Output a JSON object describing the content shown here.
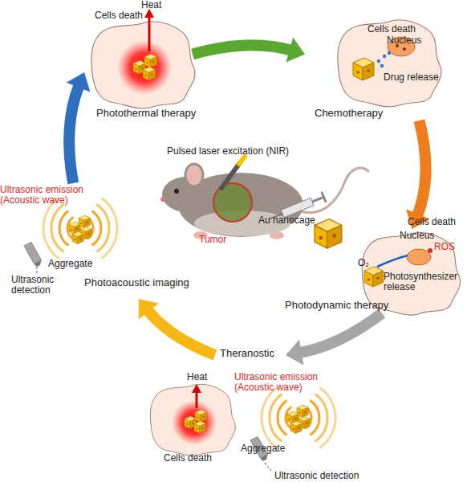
{
  "diagram": {
    "nodes": [
      {
        "text": [
          "Photothermal therapy"
        ]
      },
      {
        "text": [
          "Chemotherapy"
        ]
      },
      {
        "text": [
          "Photodynamic therapy"
        ]
      },
      {
        "text": [
          "Theranostic"
        ]
      },
      {
        "text": [
          "Photoacoustic imaging"
        ]
      }
    ],
    "edges": [
      {
        "from": 0,
        "to": 1,
        "arrow": "to"
      },
      {
        "from": 1,
        "to": 2,
        "arrow": "to"
      },
      {
        "from": 2,
        "to": 3,
        "arrow": "to"
      },
      {
        "from": 3,
        "to": 4,
        "arrow": "to"
      },
      {
        "from": 4,
        "to": 0,
        "arrow": "to"
      }
    ],
    "labels": [
      "Heat",
      "Cells death",
      "Cells death",
      "Nucleus",
      "Drug release",
      "Pulsed laser excitation (NIR)",
      "Au nanocage",
      "Tumor",
      "Cells death",
      "Nucleus",
      "ROS",
      "O₂",
      "Photosynthesizer release",
      "Ultrasonic emission (Acoustic wave)",
      "Aggregate",
      "Ultrasonic detection",
      "Heat",
      "Ultrasonic emission (Acoustic wave)",
      "Aggregate",
      "Cells death",
      "Ultrasonic detection"
    ]
  }
}
